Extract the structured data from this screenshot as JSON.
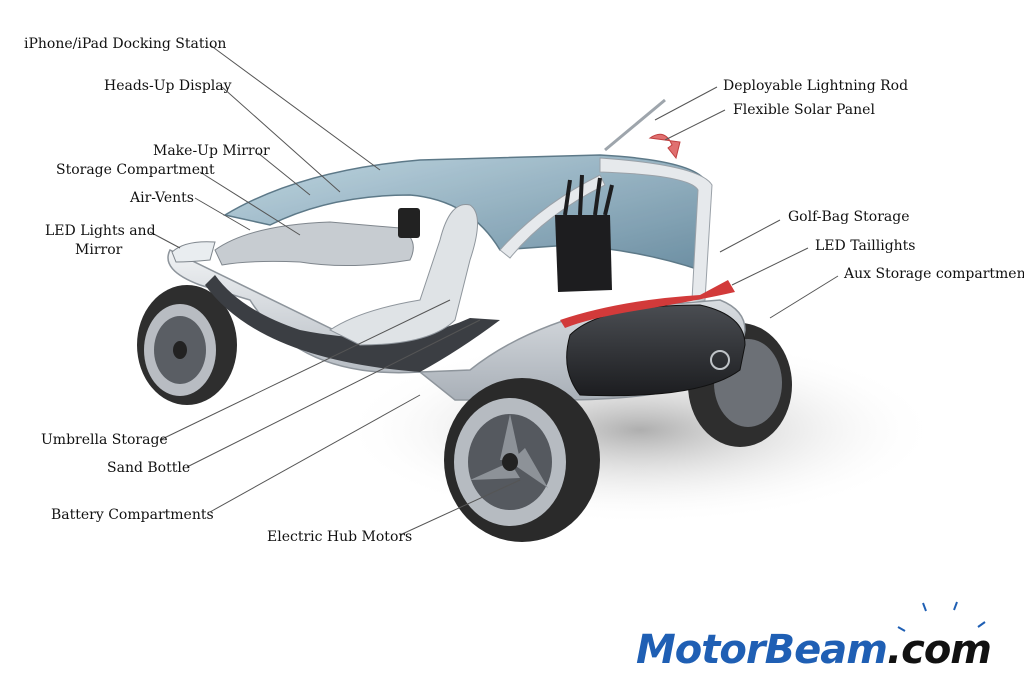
{
  "labels": {
    "iphone_dock": "iPhone/iPad Docking Station",
    "heads_up": "Heads-Up Display",
    "makeup_mirror": "Make-Up Mirror",
    "storage_compartment": "Storage Compartment",
    "air_vents": "Air-Vents",
    "led_lights_1": "LED Lights and",
    "led_lights_2": "Mirror",
    "lightning_rod": "Deployable Lightning Rod",
    "solar_panel": "Flexible Solar Panel",
    "golf_bag": "Golf-Bag Storage",
    "led_taillights": "LED Taillights",
    "aux_storage": "Aux Storage compartment",
    "umbrella": "Umbrella Storage",
    "sand_bottle": "Sand Bottle",
    "battery": "Battery Compartments",
    "hub_motors": "Electric Hub Motors"
  },
  "logo": {
    "part1": "MotorBeam",
    "part2": ".com"
  },
  "colors": {
    "body": "#d9dde2",
    "glass": "#7fa6bb",
    "tire": "#2e2e2e",
    "taillight": "#d23a3a",
    "logo_blue": "#1f5fb4"
  }
}
